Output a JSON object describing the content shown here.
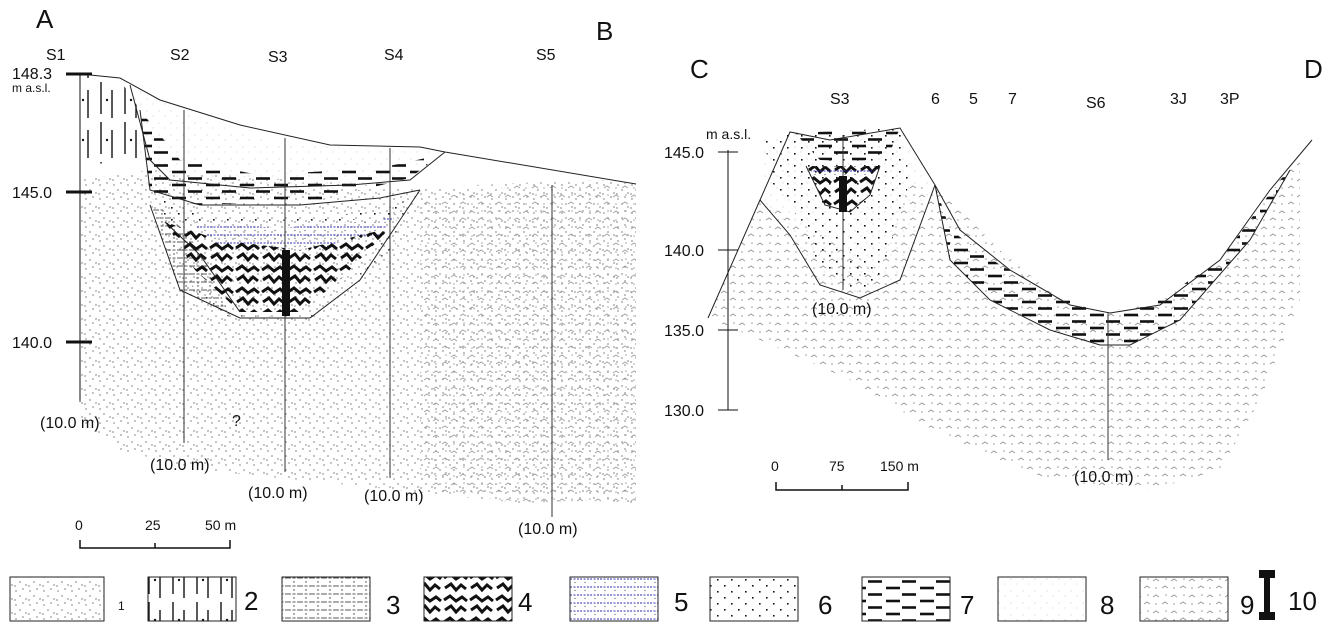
{
  "section_ab": {
    "corner_left": "A",
    "corner_right": "B",
    "boreholes": [
      "S1",
      "S2",
      "S3",
      "S4",
      "S5"
    ],
    "top_elev": "148.3",
    "top_elev_unit": "m a.s.l.",
    "ticks": [
      "145.0",
      "140.0"
    ],
    "depths": [
      "(10.0 m)",
      "(10.0 m)",
      "(10.0 m)",
      "(10.0 m)",
      "(10.0 m)"
    ],
    "question": "?",
    "scale_labels": [
      "0",
      "25",
      "50 m"
    ]
  },
  "section_cd": {
    "corner_left": "C",
    "corner_right": "D",
    "labels": [
      "S3",
      "6",
      "5",
      "7",
      "S6",
      "3J",
      "3P"
    ],
    "axis_unit": "m  a.s.l.",
    "ticks": [
      "145.0",
      "140.0",
      "135.0",
      "130.0"
    ],
    "depths": [
      "(10.0 m)",
      "(10.0 m)"
    ],
    "scale_labels": [
      "0",
      "75",
      "150 m"
    ]
  },
  "legend": [
    "1",
    "2",
    "3",
    "4",
    "5",
    "6",
    "7",
    "8",
    "9",
    "10"
  ]
}
